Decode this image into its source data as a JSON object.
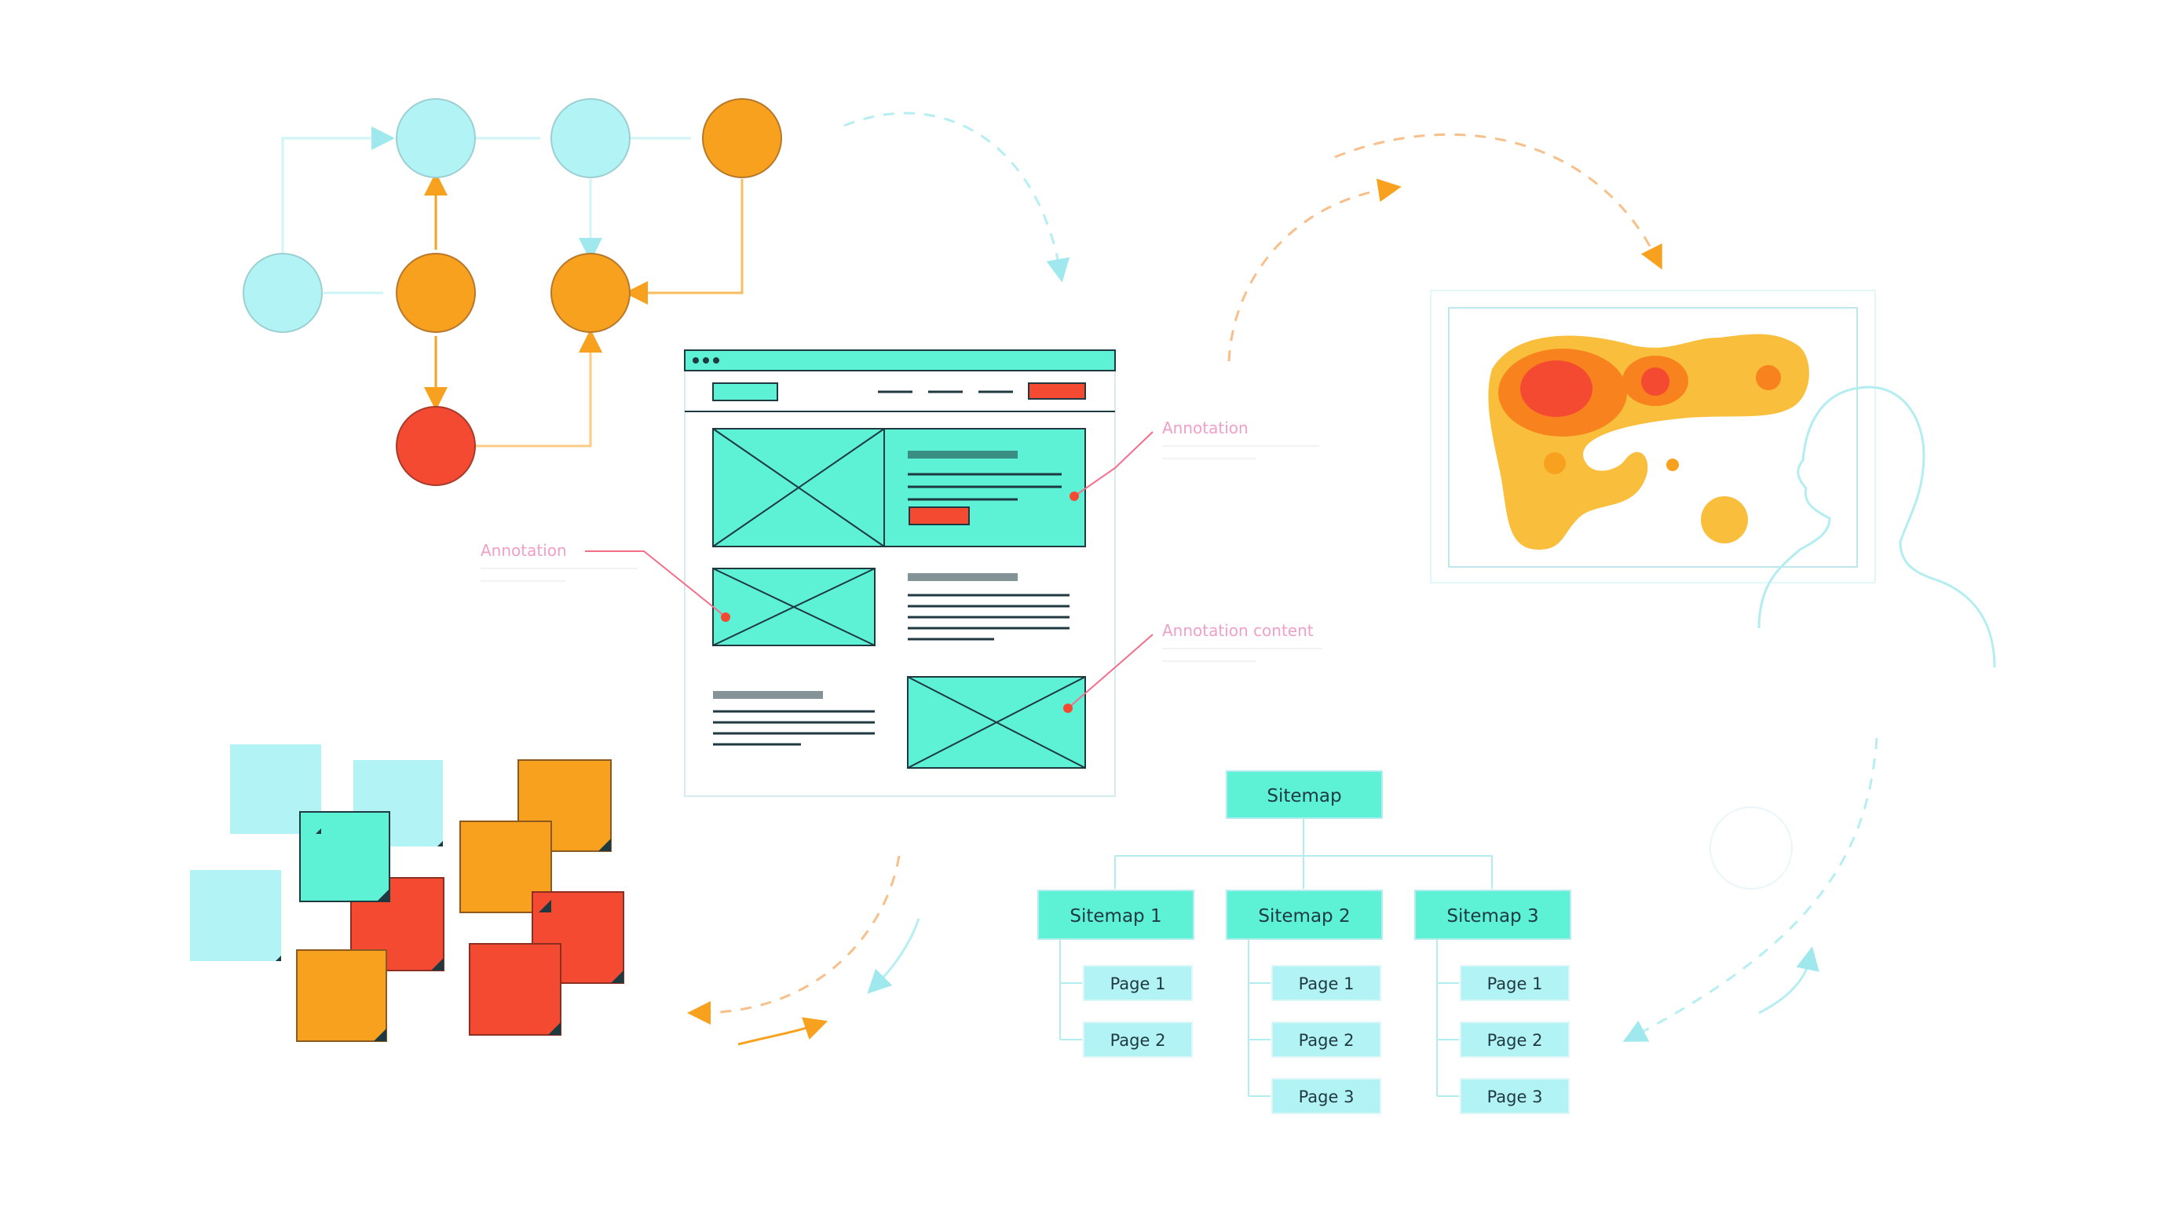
{
  "colors": {
    "cyan": "#5DF2D6",
    "light_cyan": "#B2F3F5",
    "teal_line": "#9FE8EE",
    "orange": "#F7A11E",
    "red": "#F44A32",
    "annotation_pink": "#F0A0C8",
    "dark": "#1E3A40",
    "heat_yellow": "#F8BE3C",
    "heat_orange": "#F7821E"
  },
  "flow": {
    "nodes": [
      {
        "id": "n1",
        "color": "light_cyan"
      },
      {
        "id": "n2",
        "color": "light_cyan"
      },
      {
        "id": "n3",
        "color": "orange"
      },
      {
        "id": "n4",
        "color": "light_cyan"
      },
      {
        "id": "n5",
        "color": "orange"
      },
      {
        "id": "n6",
        "color": "orange"
      },
      {
        "id": "n7",
        "color": "red"
      }
    ]
  },
  "wireframe": {
    "annotations": [
      "Annotation",
      "Annotation",
      "Annotation content"
    ]
  },
  "sitemap": {
    "root": "Sitemap",
    "branches": [
      {
        "label": "Sitemap 1",
        "pages": [
          "Page 1",
          "Page 2"
        ]
      },
      {
        "label": "Sitemap 2",
        "pages": [
          "Page 1",
          "Page 2",
          "Page 3"
        ]
      },
      {
        "label": "Sitemap 3",
        "pages": [
          "Page 1",
          "Page 2",
          "Page 3"
        ]
      }
    ]
  },
  "sticky_notes": {
    "colors": [
      "light_cyan",
      "light_cyan",
      "cyan",
      "light_cyan",
      "red",
      "orange",
      "orange",
      "orange",
      "red",
      "red"
    ]
  },
  "icons": [
    "flowchart-icon",
    "wireframe-icon",
    "heatmap-icon",
    "user-silhouette-icon",
    "sticky-notes-icon",
    "sitemap-icon"
  ]
}
